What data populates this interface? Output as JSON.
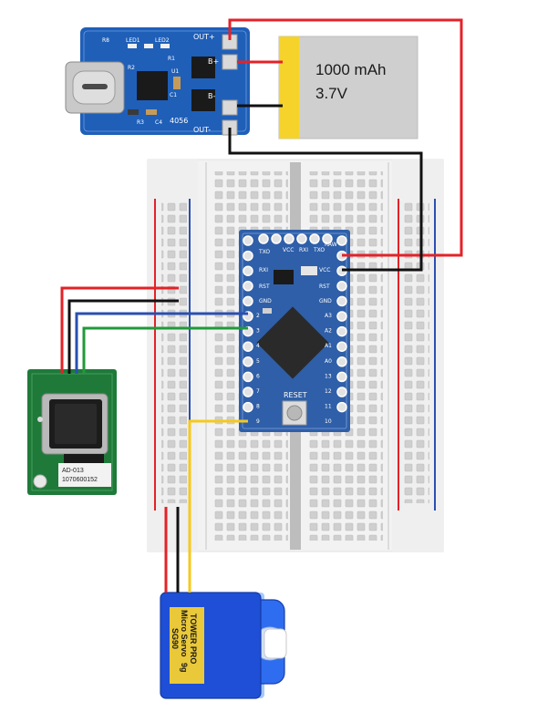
{
  "battery": {
    "capacity": "1000 mAh",
    "voltage": "3.7V",
    "body_color": "#cfcfcf",
    "terminal_color": "#f5d32a"
  },
  "charger_module": {
    "labels": {
      "out_plus": "OUT+",
      "out_minus": "OUT-",
      "b_plus": "B+",
      "b_minus": "B-",
      "model": "4056",
      "led1": "LED1",
      "led2": "LED2",
      "r8": "R8",
      "r2": "R2",
      "r3": "R3",
      "r1": "R1",
      "c4": "C4",
      "c1": "C1",
      "u1": "U1"
    },
    "board_color": "#1f5fb8"
  },
  "arduino": {
    "top_labels": [
      "VCC",
      "RXI",
      "TXO"
    ],
    "left_labels": [
      "TXO",
      "RXI",
      "RST",
      "GND"
    ],
    "right_labels": [
      "VCC",
      "RST",
      "GND",
      "RAW"
    ],
    "reset_label": "RESET",
    "pin_numbers": [
      "2",
      "3",
      "4",
      "5",
      "6",
      "7",
      "8",
      "9"
    ],
    "right_pin_numbers": [
      "A3",
      "A2",
      "A1",
      "A0",
      "13",
      "12",
      "11",
      "10"
    ],
    "board_color": "#2f5fa8"
  },
  "fingerprint_sensor": {
    "model": "AD-013",
    "serial": "1070600152",
    "board_color": "#1f7a3a"
  },
  "servo": {
    "brand": "TOWER PRO",
    "model_line": "Micro Servo",
    "weight": "9g",
    "part": "SG90",
    "body_color": "#1e4fd6"
  },
  "wires": {
    "red": "#e32228",
    "black": "#111111",
    "blue": "#2a4fb0",
    "green": "#1f9a3a",
    "yellow": "#f7c81c"
  }
}
